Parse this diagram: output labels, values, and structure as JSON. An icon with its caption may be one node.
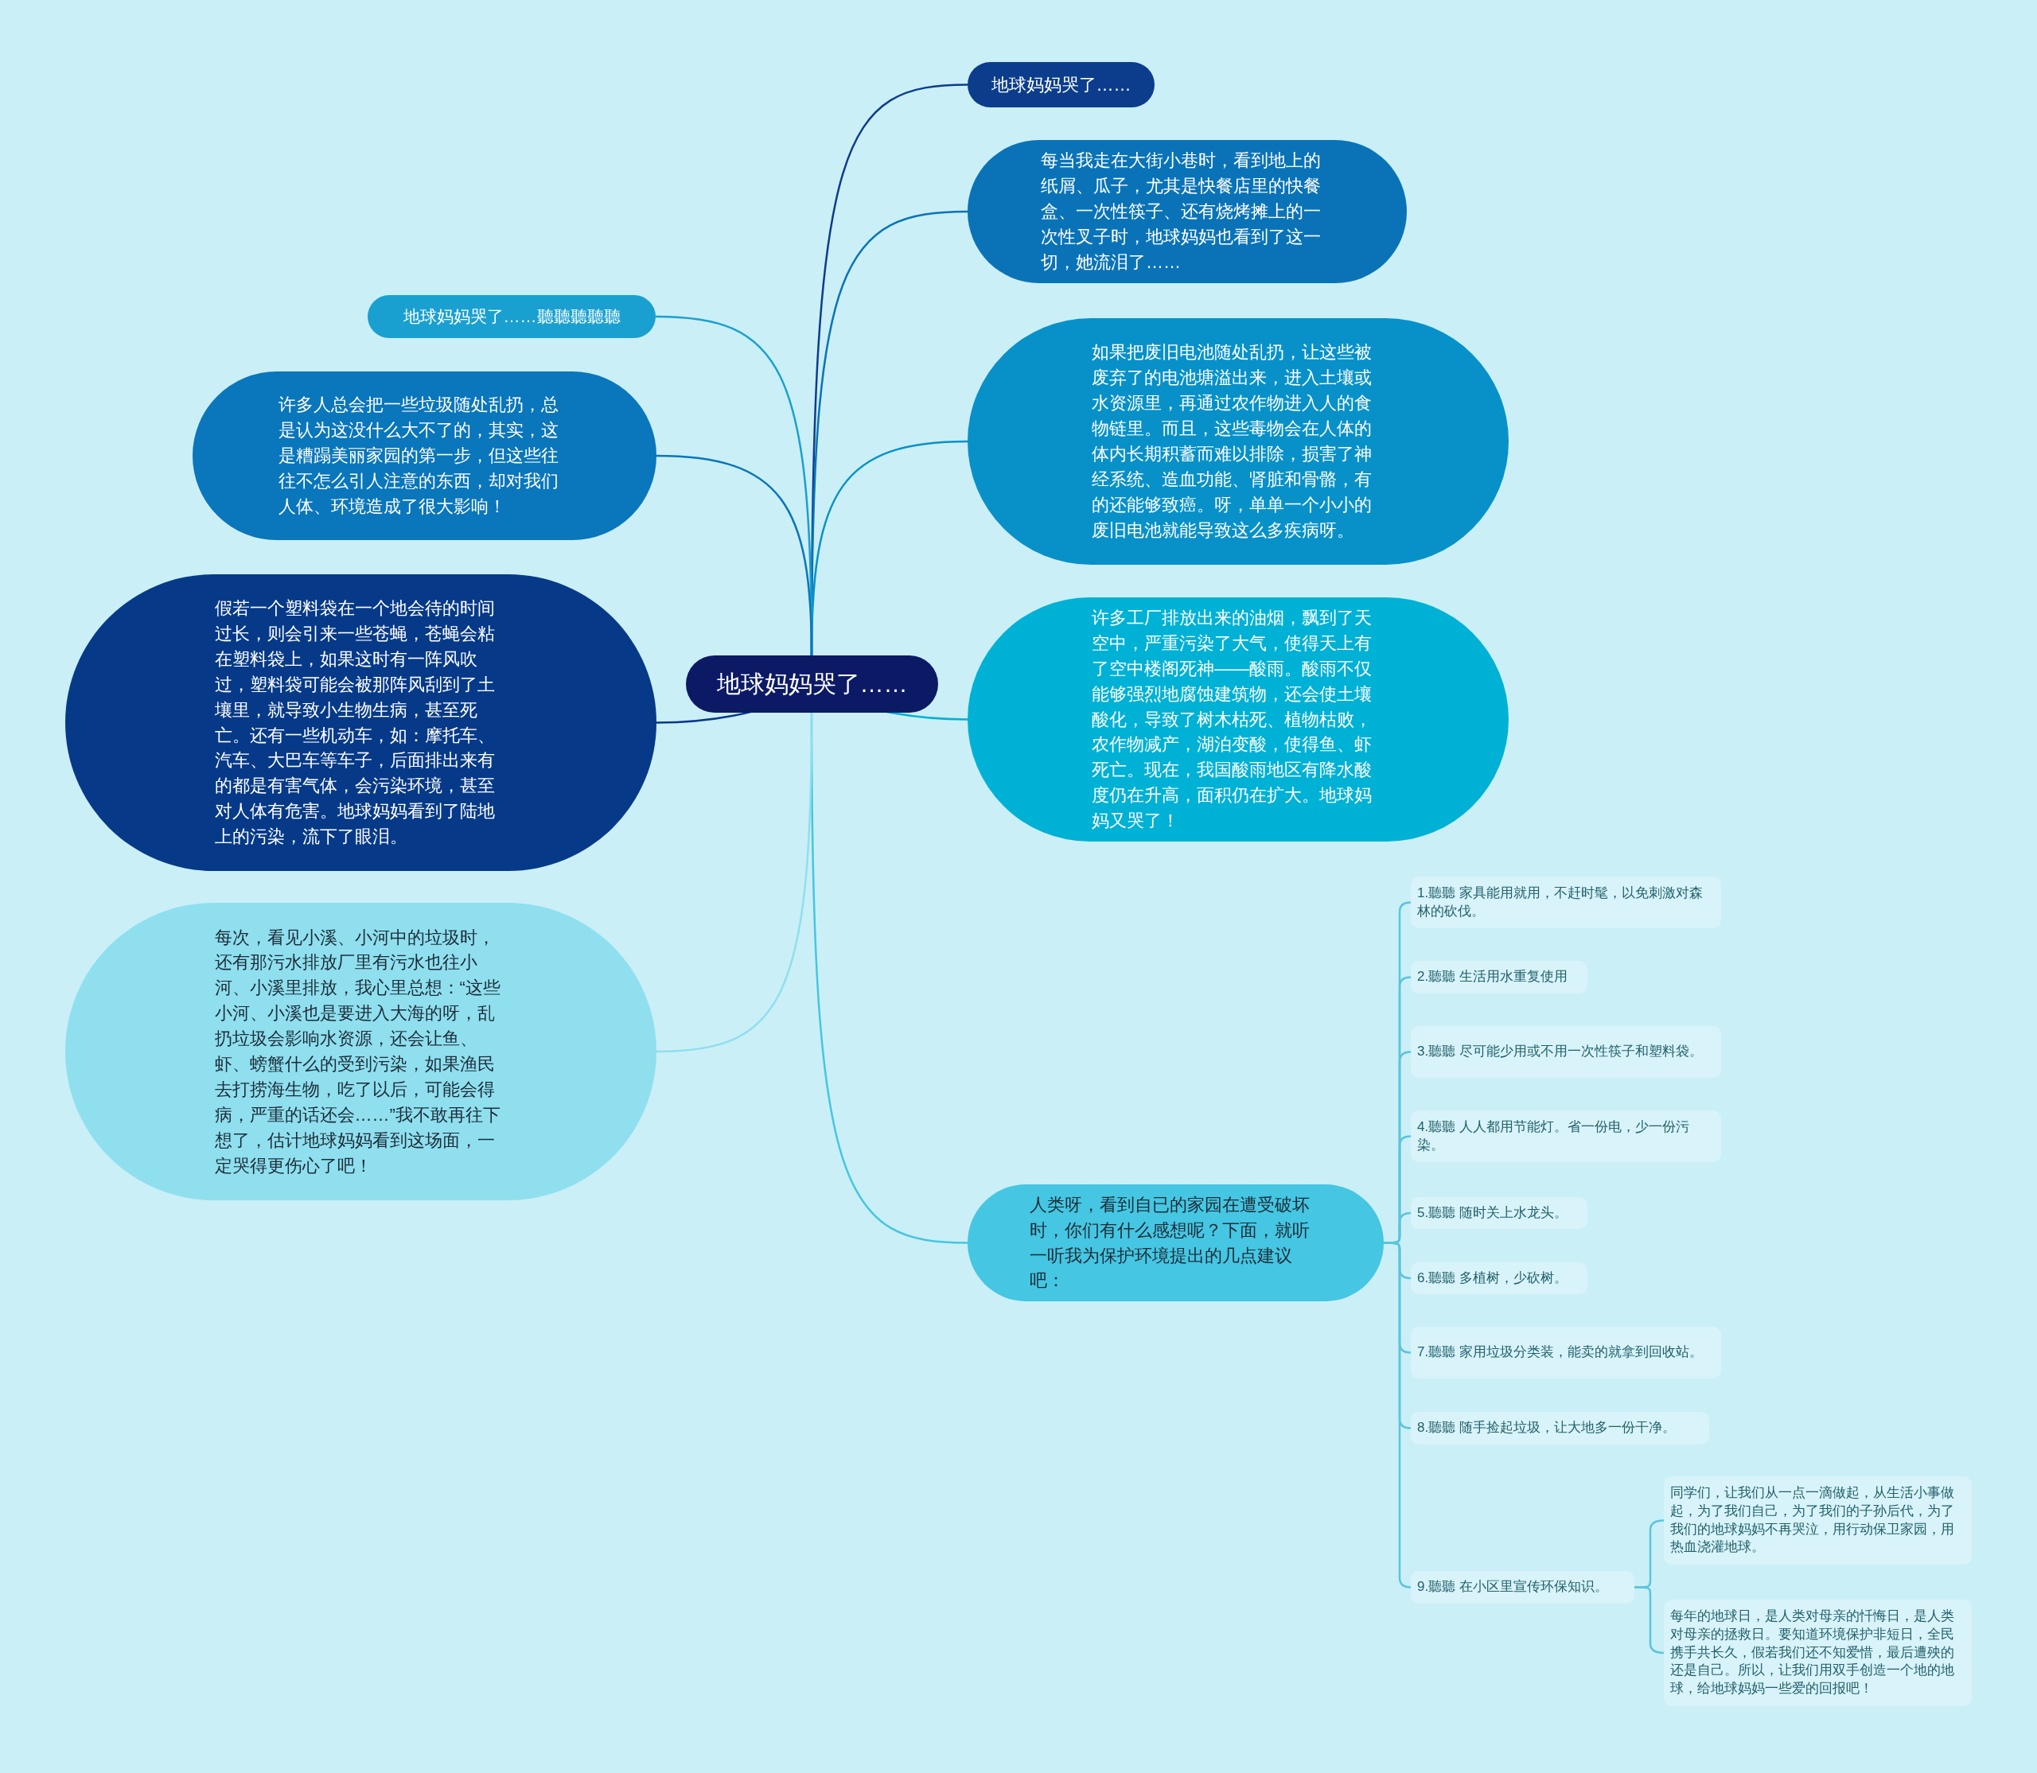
{
  "diagram": {
    "nodes": [
      {
        "text": [
          "地球妈妈哭了……"
        ]
      },
      {
        "text": [
          "地球妈妈哭了……"
        ]
      },
      {
        "text": [
          "每当我走在大街小巷时，看到地上的纸屑、瓜子，尤其是快餐店里的快餐盒、一次性筷子、还有烧烤摊上的一次性叉子时，地球妈妈也看到了这一切，她流泪了……"
        ]
      },
      {
        "text": [
          "如果把废旧电池随处乱扔，让这些被废弃了的电池塘溢出来，进入土壤或水资源里，再通过农作物进入人的食物链里。而且，这些毒物会在人体的体内长期积蓄而难以排除，损害了神经系统、造血功能、肾脏和骨骼，有的还能够致癌。呀，单单一个小小的废旧电池就能导致这么多疾病呀。"
        ]
      },
      {
        "text": [
          "许多工厂排放出来的油烟，飘到了天空中，严重污染了大气，使得天上有了空中楼阁死神——酸雨。酸雨不仅能够强烈地腐蚀建筑物，还会使土壤酸化，导致了树木枯死、植物枯败，农作物减产，湖泊变酸，使得鱼、虾死亡。现在，我国酸雨地区有降水酸度仍在升高，面积仍在扩大。地球妈妈又哭了！"
        ]
      },
      {
        "text": [
          "人类呀，看到自已的家园在遭受破坏时，你们有什么感想呢？下面，就听一听我为保护环境提出的几点建议吧："
        ]
      },
      {
        "text": [
          "地球妈妈哭了……聽聽聽聽聽"
        ]
      },
      {
        "text": [
          "许多人总会把一些垃圾随处乱扔，总是认为这没什么大不了的，其实，这是糟蹋美丽家园的第一步，但这些往往不怎么引人注意的东西，却对我们人体、环境造成了很大影响！"
        ]
      },
      {
        "text": [
          "假若一个塑料袋在一个地会待的时间过长，则会引来一些苍蝇，苍蝇会粘在塑料袋上，如果这时有一阵风吹过，塑料袋可能会被那阵风刮到了土壤里，就导致小生物生病，甚至死亡。还有一些机动车，如：摩托车、汽车、大巴车等车子，后面排出来有的都是有害气体，会污染环境，甚至对人体有危害。地球妈妈看到了陆地上的污染，流下了眼泪。"
        ]
      },
      {
        "text": [
          "每次，看见小溪、小河中的垃圾时，还有那污水排放厂里有污水也往小河、小溪里排放，我心里总想：“这些小河、小溪也是要进入大海的呀，乱扔垃圾会影响水资源，还会让鱼、虾、螃蟹什么的受到污染，如果渔民去打捞海生物，吃了以后，可能会得病，严重的话还会……”我不敢再往下想了，估计地球妈妈看到这场面，一定哭得更伤心了吧！"
        ]
      },
      {
        "text": [
          "1.聽聽 家具能用就用，不赶时髦，以免刺激对森林的砍伐。"
        ]
      },
      {
        "text": [
          "2.聽聽 生活用水重复使用"
        ]
      },
      {
        "text": [
          "3.聽聽 尽可能少用或不用一次性筷子和塑料袋。"
        ]
      },
      {
        "text": [
          "4.聽聽 人人都用节能灯。省一份电，少一份污染。"
        ]
      },
      {
        "text": [
          "5.聽聽 随时关上水龙头。"
        ]
      },
      {
        "text": [
          "6.聽聽 多植树，少砍树。"
        ]
      },
      {
        "text": [
          "7.聽聽 家用垃圾分类装，能卖的就拿到回收站。"
        ]
      },
      {
        "text": [
          "8.聽聽 随手捡起垃圾，让大地多一份干净。"
        ]
      },
      {
        "text": [
          "9.聽聽 在小区里宣传环保知识。"
        ]
      },
      {
        "text": [
          "同学们，让我们从一点一滴做起，从生活小事做起，为了我们自己，为了我们的子孙后代，为了我们的地球妈妈不再哭泣，用行动保卫家园，用热血浇灌地球。"
        ]
      },
      {
        "text": [
          "每年的地球日，是人类对母亲的忏悔日，是人类对母亲的拯救日。要知道环境保护非短日，全民携手共长久，假若我们还不知爱惜，最后遭殃的还是自己。所以，让我们用双手创造一个地的地球，给地球妈妈一些爱的回报吧！"
        ]
      }
    ],
    "edges": [
      {
        "from": 0,
        "to": 1,
        "arrow": "none",
        "color": "#0b3d8c"
      },
      {
        "from": 0,
        "to": 2,
        "arrow": "none",
        "color": "#0a73b8"
      },
      {
        "from": 0,
        "to": 3,
        "arrow": "none",
        "color": "#0891c9"
      },
      {
        "from": 0,
        "to": 4,
        "arrow": "none",
        "color": "#00b1d6"
      },
      {
        "from": 0,
        "to": 5,
        "arrow": "none",
        "color": "#45c6e2"
      },
      {
        "from": 0,
        "to": 6,
        "arrow": "none",
        "color": "#1aa0d0"
      },
      {
        "from": 0,
        "to": 7,
        "arrow": "none",
        "color": "#0a76bb"
      },
      {
        "from": 0,
        "to": 8,
        "arrow": "none",
        "color": "#063a88"
      },
      {
        "from": 0,
        "to": 9,
        "arrow": "none",
        "color": "#8fdfef"
      },
      {
        "from": 5,
        "to": 10,
        "arrow": "none"
      },
      {
        "from": 5,
        "to": 11,
        "arrow": "none"
      },
      {
        "from": 5,
        "to": 12,
        "arrow": "none"
      },
      {
        "from": 5,
        "to": 13,
        "arrow": "none"
      },
      {
        "from": 5,
        "to": 14,
        "arrow": "none"
      },
      {
        "from": 5,
        "to": 15,
        "arrow": "none"
      },
      {
        "from": 5,
        "to": 16,
        "arrow": "none"
      },
      {
        "from": 5,
        "to": 17,
        "arrow": "none"
      },
      {
        "from": 5,
        "to": 18,
        "arrow": "none"
      },
      {
        "from": 18,
        "to": 19,
        "arrow": "none"
      },
      {
        "from": 18,
        "to": 20,
        "arrow": "none"
      }
    ]
  }
}
